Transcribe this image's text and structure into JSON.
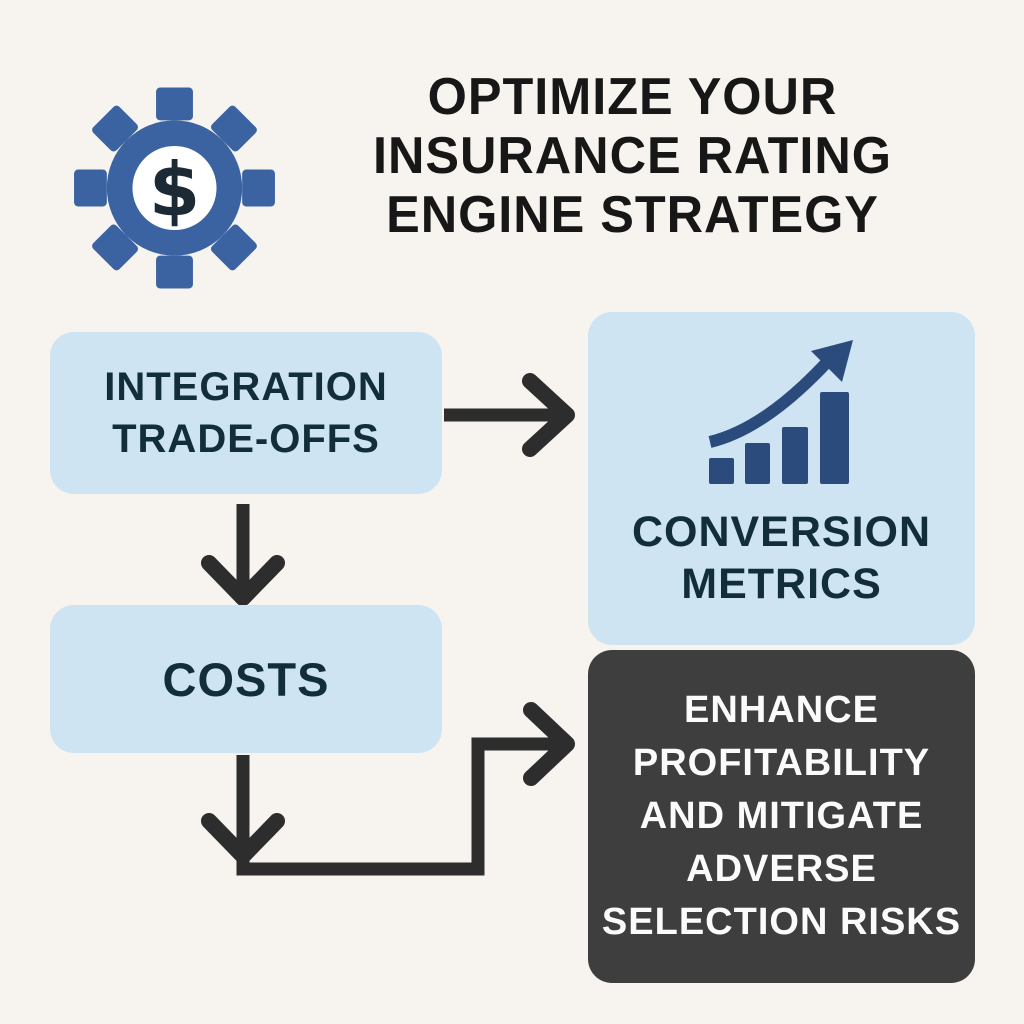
{
  "header": {
    "title_lines": [
      "OPTIMIZE YOUR",
      "INSURANCE RATING",
      "ENGINE STRATEGY"
    ],
    "gear": {
      "symbol": "$"
    }
  },
  "diagram": {
    "nodes": {
      "integration": {
        "lines": [
          "INTEGRATION",
          "TRADE-OFFS"
        ]
      },
      "costs": {
        "lines": [
          "COSTS"
        ]
      },
      "conversion": {
        "lines": [
          "CONVERSION",
          "METRICS"
        ],
        "icon": "growth-chart-icon"
      },
      "outcome": {
        "lines": [
          "ENHANCE",
          "PROFITABILITY",
          "AND MITIGATE",
          "ADVERSE",
          "SELECTION RISKS"
        ]
      }
    },
    "edges": [
      {
        "from": "integration-trade-offs",
        "to": "conversion-metrics",
        "style": "straight-right"
      },
      {
        "from": "integration-trade-offs",
        "to": "costs",
        "style": "straight-down"
      },
      {
        "from": "costs",
        "to": "outcome",
        "style": "elbow-down-right-up"
      }
    ]
  },
  "colors": {
    "background": "#f7f3ee",
    "node_light_blue": "#cee4f2",
    "node_dark_gray": "#3e3e3e",
    "node_text_dark": "#132e3b",
    "node_text_light": "#fbfbfb",
    "gear_blue": "#3b63a2",
    "chart_navy": "#2c4b7d",
    "arrow_dark": "#2d2d2d",
    "title_black": "#171717"
  }
}
